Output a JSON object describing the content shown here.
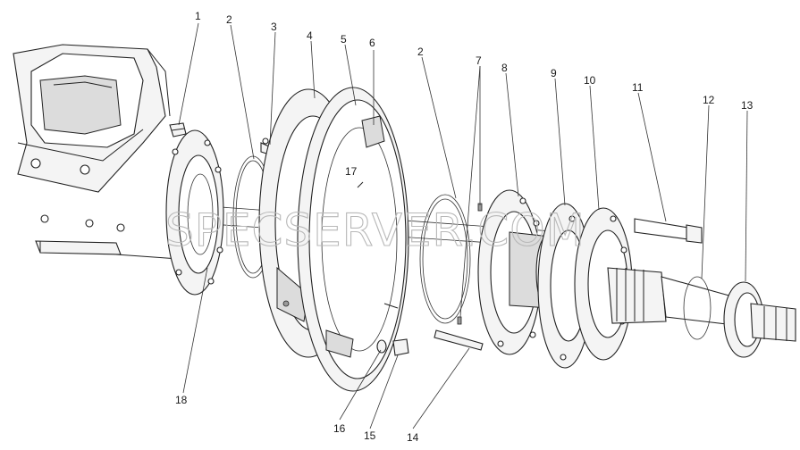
{
  "diagram": {
    "callouts": [
      {
        "id": "c1",
        "text": "1"
      },
      {
        "id": "c2a",
        "text": "2"
      },
      {
        "id": "c3",
        "text": "3"
      },
      {
        "id": "c4",
        "text": "4"
      },
      {
        "id": "c5",
        "text": "5"
      },
      {
        "id": "c6",
        "text": "6"
      },
      {
        "id": "c2b",
        "text": "2"
      },
      {
        "id": "c7",
        "text": "7"
      },
      {
        "id": "c8",
        "text": "8"
      },
      {
        "id": "c9",
        "text": "9"
      },
      {
        "id": "c10",
        "text": "10"
      },
      {
        "id": "c11",
        "text": "11"
      },
      {
        "id": "c12",
        "text": "12"
      },
      {
        "id": "c13",
        "text": "13"
      },
      {
        "id": "c17",
        "text": "17"
      },
      {
        "id": "c18",
        "text": "18"
      },
      {
        "id": "c16",
        "text": "16"
      },
      {
        "id": "c15",
        "text": "15"
      },
      {
        "id": "c14",
        "text": "14"
      }
    ],
    "watermark": "SPECSERVER.COM"
  }
}
